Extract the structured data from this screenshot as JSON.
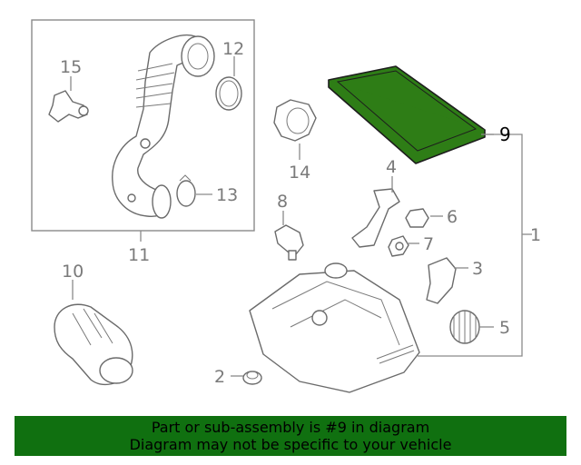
{
  "diagram": {
    "callouts": [
      "1",
      "2",
      "3",
      "4",
      "5",
      "6",
      "7",
      "8",
      "9",
      "10",
      "11",
      "12",
      "13",
      "14",
      "15"
    ],
    "highlight_color": "#2e7d16",
    "highlighted_part": "9"
  },
  "banner": {
    "line1": "Part or sub-assembly is #9 in diagram",
    "line2": "Diagram may not be specific to your vehicle",
    "background": "#107010"
  }
}
